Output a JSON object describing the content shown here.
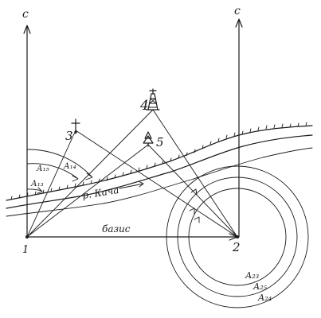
{
  "labels": {
    "north_left": "с",
    "north_right": "с",
    "p1": "1",
    "p2": "2",
    "p3": "3",
    "p4": "4",
    "p5": "5",
    "baseline": "базис",
    "river": "р. Кача",
    "a13": "А₁₃",
    "a14": "А₁₄",
    "a15": "А₁₅",
    "a23": "А₂₃",
    "a25": "А₂₅",
    "a24": "А₂₄"
  }
}
